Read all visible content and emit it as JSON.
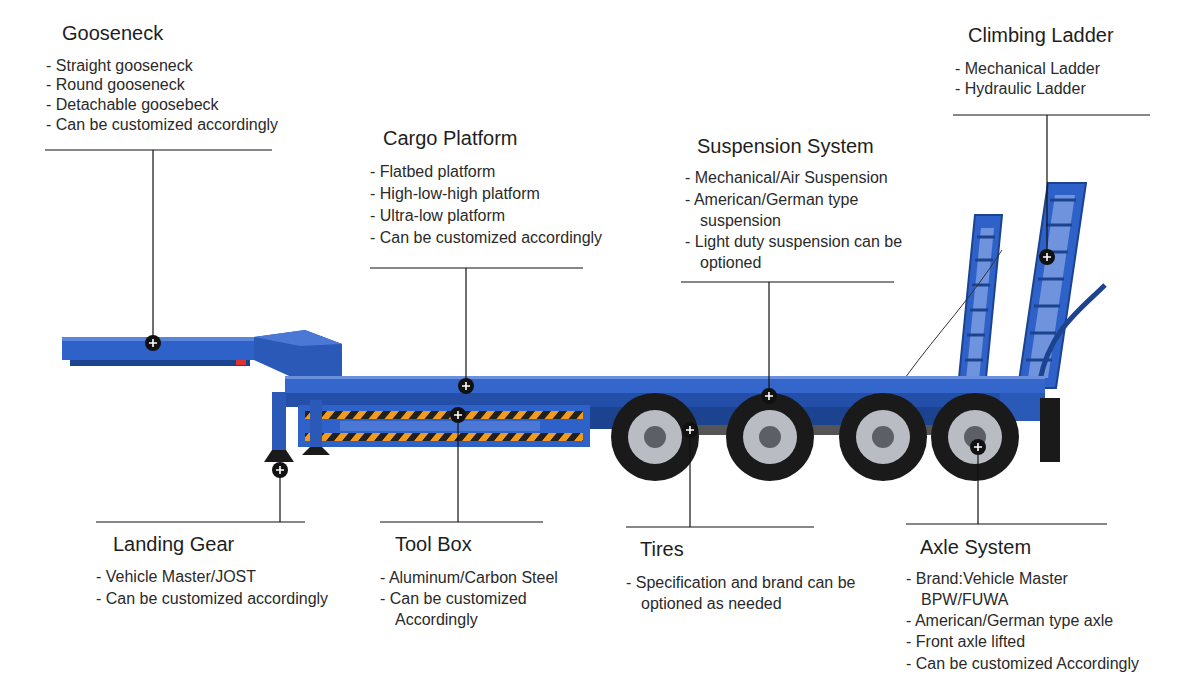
{
  "diagram": {
    "labels": [
      "Gooseneck",
      "- Straight gooseneck",
      "- Round gooseneck",
      "- Detachable goosebeck",
      "- Can be customized accordingly",
      "Climbing Ladder",
      "- Mechanical Ladder",
      "- Hydraulic Ladder",
      "Cargo Platform",
      "- Flatbed platform",
      "- High-low-high platform",
      "- Ultra-low platform",
      "- Can be customized accordingly",
      "Suspension System",
      "- Mechanical/Air Suspension",
      "- American/German type suspension",
      "- Light duty suspension can be optioned",
      "Landing Gear",
      "- Vehicle Master/JOST",
      "- Can be customized accordingly",
      "Tool Box",
      "- Aluminum/Carbon Steel",
      "- Can be customized Accordingly",
      "Tires",
      "- Specification and brand can be optioned as needed",
      "Axle System",
      "- Brand:Vehicle Master BPW/FUWA",
      "- American/German type axle",
      "- Front axle lifted",
      "- Can be customized Accordingly"
    ]
  }
}
